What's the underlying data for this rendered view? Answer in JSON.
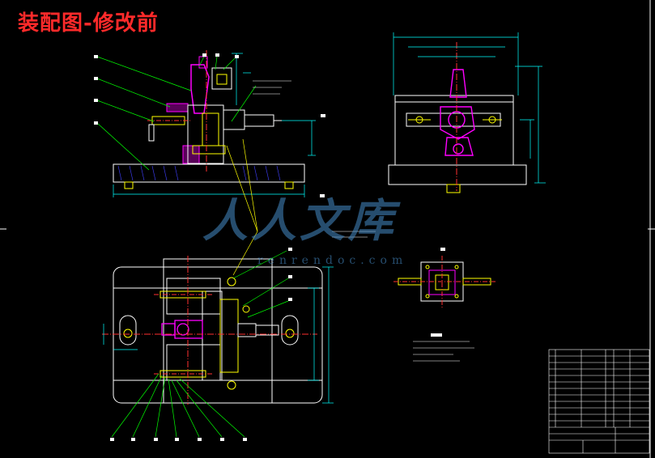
{
  "title": "装配图-修改前",
  "colors": {
    "background": "#000000",
    "title": "#ff2a2a",
    "outline": "#ffffff",
    "leader": "#00ff00",
    "dimension": "#00ffff",
    "fixture": "#ff00ff",
    "centerline": "#ff3030",
    "bolt": "#ffff00",
    "watermark": "#468cc8"
  },
  "watermark": {
    "cn": "人人文库",
    "en": "renrendoc.com"
  }
}
